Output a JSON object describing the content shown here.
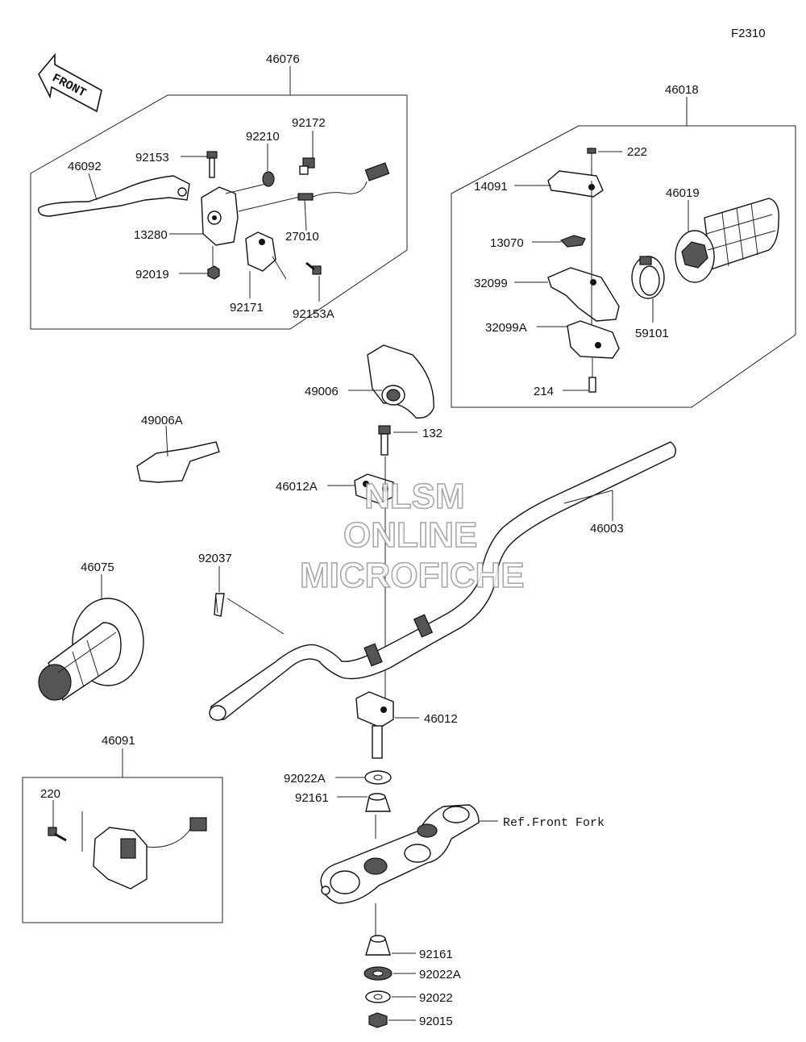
{
  "diagram_code": "F2310",
  "front_label": "FRONT",
  "watermark": [
    "NLSM",
    "ONLINE",
    "MICROFICHE"
  ],
  "ref_label": "Ref.Front Fork",
  "parts": {
    "p46076": "46076",
    "p46092": "46092",
    "p92153": "92153",
    "p92210": "92210",
    "p92172": "92172",
    "p13280": "13280",
    "p27010": "27010",
    "p92019": "92019",
    "p92171": "92171",
    "p92153A": "92153A",
    "p46018": "46018",
    "p222": "222",
    "p14091": "14091",
    "p46019": "46019",
    "p13070": "13070",
    "p32099": "32099",
    "p59101": "59101",
    "p32099A": "32099A",
    "p214": "214",
    "p49006": "49006",
    "p49006A": "49006A",
    "p132": "132",
    "p46012A": "46012A",
    "p46003": "46003",
    "p92037": "92037",
    "p46075": "46075",
    "p46012": "46012",
    "p46091": "46091",
    "p220": "220",
    "p92022A_1": "92022A",
    "p92161_1": "92161",
    "p92161_2": "92161",
    "p92022A_2": "92022A",
    "p92022": "92022",
    "p92015": "92015"
  }
}
